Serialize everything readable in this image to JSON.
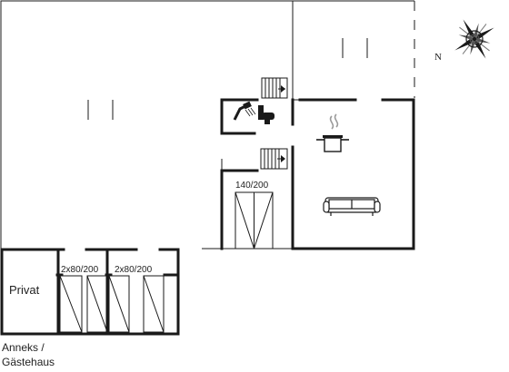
{
  "labels": {
    "bed_main": "140/200",
    "bed_annex_a": "2x80/200",
    "bed_annex_b": "2x80/200",
    "privat": "Privat",
    "annex_line1": "Anneks /",
    "annex_line2": "Gästehaus",
    "north": "N"
  },
  "icons": [
    "compass-rose-icon",
    "shower-icon",
    "toilet-icon",
    "stove-pot-icon",
    "sofa-icon",
    "stairs-icon",
    "bed-icon"
  ],
  "colors": {
    "lines": "#1a1a1a",
    "background": "#ffffff"
  }
}
